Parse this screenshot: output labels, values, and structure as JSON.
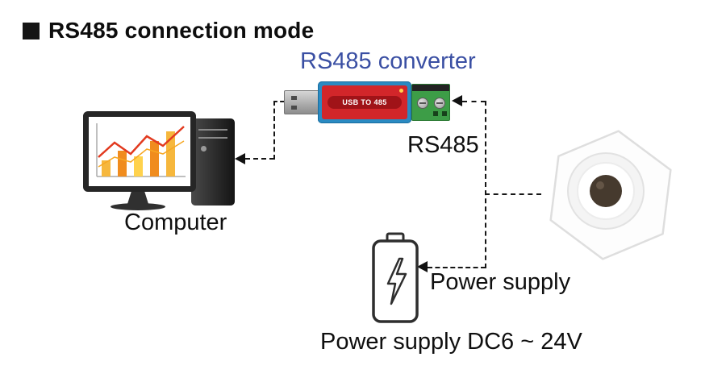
{
  "title": {
    "marker": "■",
    "text": "RS485 connection mode"
  },
  "labels": {
    "converter": "RS485 converter",
    "computer": "Computer",
    "bus": "RS485",
    "power": "Power supply",
    "power_spec": "Power supply DC6 ~ 24V"
  },
  "converter": {
    "body_text": "USB TO 485"
  },
  "colors": {
    "converter_label": "#3a4fa3",
    "converter_body_blue": "#2a8ac2",
    "converter_body_red": "#d2262a",
    "terminal_green": "#3d9d47",
    "cable": "#161616"
  }
}
